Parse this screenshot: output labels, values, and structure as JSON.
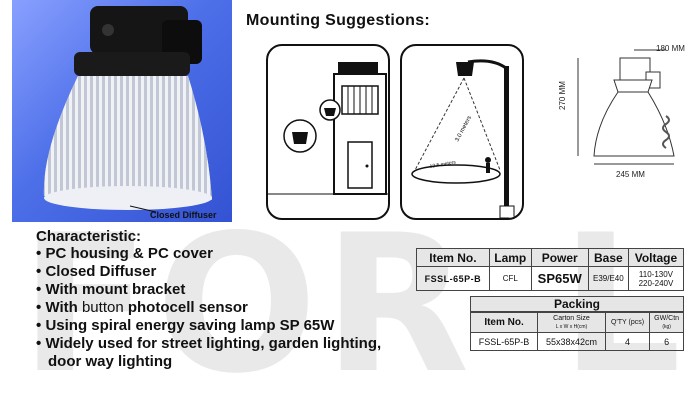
{
  "watermark": "FOR-LITE",
  "photo": {
    "callout": "Closed Diffuser"
  },
  "mounting": {
    "title": "Mounting Suggestions:"
  },
  "street_panel": {
    "cone_label": "3.0 meters",
    "ground_label": "12.5 meters"
  },
  "dimensions": {
    "top": "180 MM",
    "height": "270 MM",
    "width": "245 MM"
  },
  "characteristic": {
    "title": "Characteristic:",
    "items": [
      {
        "bullet": "•",
        "text": "PC housing & PC cover"
      },
      {
        "bullet": "•",
        "text": "Closed Diffuser"
      },
      {
        "bullet": "•",
        "text": "With mount bracket"
      },
      {
        "bullet": "•",
        "prefix": "With",
        "middle": "button",
        "suffix": "photocell sensor"
      },
      {
        "bullet": "•",
        "text": "Using spiral energy saving lamp SP 65W"
      },
      {
        "bullet": "•",
        "text": "Widely used for street lighting, garden lighting,",
        "cont": "door way lighting"
      }
    ]
  },
  "spec_table": {
    "headers": [
      "Item No.",
      "Lamp",
      "Power",
      "Base",
      "Voltage"
    ],
    "row": {
      "item": "FSSL-65P-B",
      "lamp": "CFL",
      "power": "SP65W",
      "base": "E39/E40",
      "voltage_1": "110-130V",
      "voltage_2": "220-240V"
    }
  },
  "packing": {
    "title": "Packing",
    "headers": {
      "item": "Item No.",
      "carton": "Carton Size",
      "carton_sub": "L x W x H(cm)",
      "qty": "Q'TY (pcs)",
      "weight": "GW/Ctn",
      "weight_sub": "(kg)"
    },
    "row": {
      "item": "FSSL-65P-B",
      "carton": "55x38x42cm",
      "qty": "4",
      "weight": "6"
    }
  }
}
